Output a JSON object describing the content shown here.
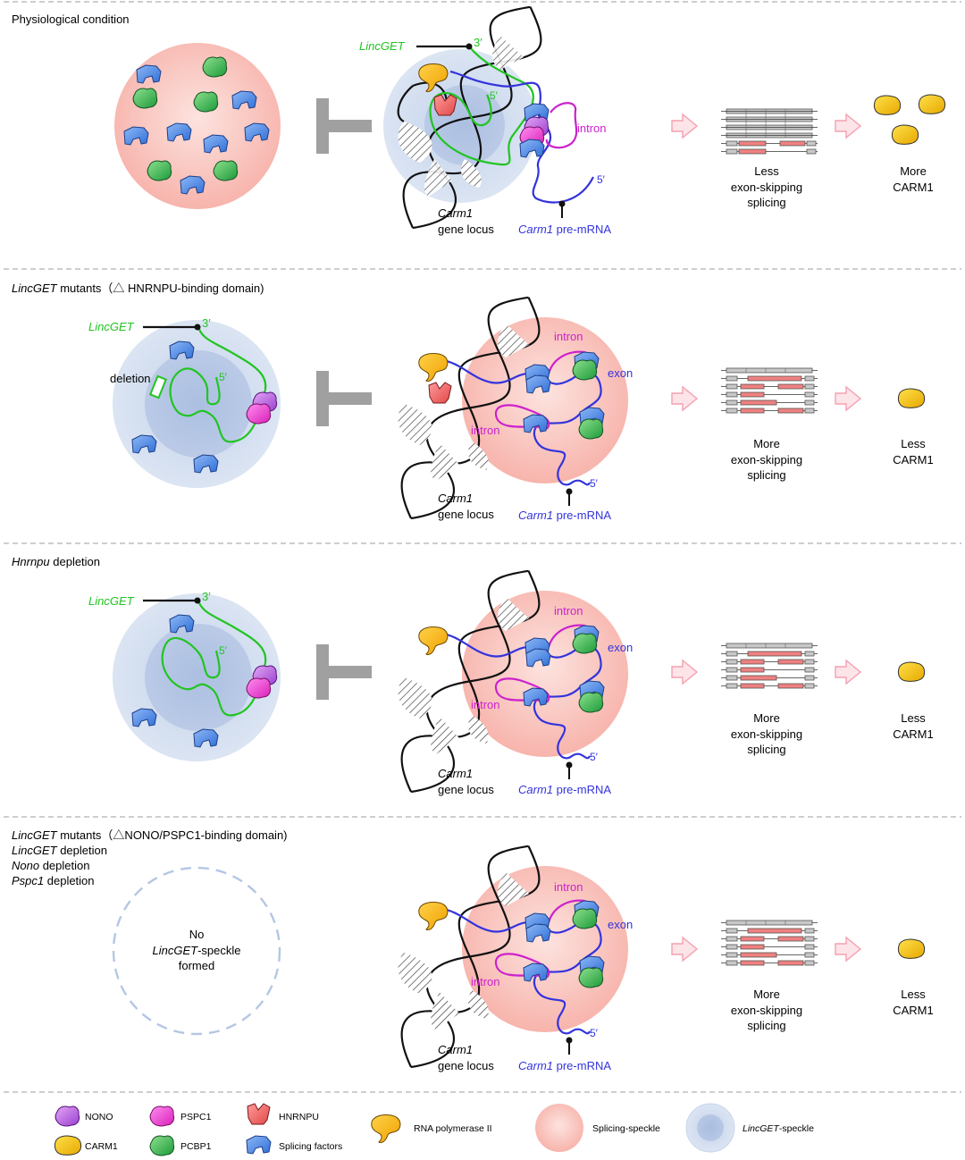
{
  "colors": {
    "lincget": "#22c422",
    "premrna_blue": "#3333dd",
    "intron_magenta": "#cc22cc",
    "speckle_pink": "#f6b8b0",
    "lincget_speckle_blue": "#b4c6e4",
    "inhibit_gray": "#a0a0a0",
    "arrow_pink": "#f7b8c0",
    "exon_gray": "#c8c8c8",
    "exon_red": "#f08080",
    "carm1_yellow": "#f7c600"
  },
  "panels": [
    {
      "heading": {
        "italic": "",
        "text": "Physiological condition"
      },
      "extra_lines": [],
      "labels": {
        "lincget": "LincGET",
        "three_prime": "3′",
        "five_prime": "5′",
        "intron_top": "intron",
        "intron_bottom": "",
        "exon": "",
        "deletion": "",
        "carm1_italic": "Carm1",
        "gene_locus": "gene locus",
        "premrna_italic": "Carm1",
        "premrna_text": " pre-mRNA",
        "premrna_5": "5′"
      },
      "splicing": {
        "line1": "Less",
        "line2": "exon-skipping",
        "line3": "splicing"
      },
      "carm1": {
        "line1": "More",
        "line2": "CARM1"
      },
      "no_speckle": {
        "line1": "",
        "line2": "",
        "line3": ""
      }
    },
    {
      "heading": {
        "italic": "LincGET",
        "text": " mutants（△ HNRNPU-binding  domain)"
      },
      "extra_lines": [],
      "labels": {
        "lincget": "LincGET",
        "three_prime": "3′",
        "five_prime": "5′",
        "intron_top": "intron",
        "intron_bottom": "intron",
        "exon": "exon",
        "deletion": "deletion",
        "carm1_italic": "Carm1",
        "gene_locus": "gene locus",
        "premrna_italic": "Carm1",
        "premrna_text": " pre-mRNA",
        "premrna_5": "5′"
      },
      "splicing": {
        "line1": "More",
        "line2": "exon-skipping",
        "line3": "splicing"
      },
      "carm1": {
        "line1": "Less",
        "line2": "CARM1"
      },
      "no_speckle": {
        "line1": "",
        "line2": "",
        "line3": ""
      }
    },
    {
      "heading": {
        "italic": "Hnrnpu",
        "text": " depletion"
      },
      "extra_lines": [],
      "labels": {
        "lincget": "LincGET",
        "three_prime": "3′",
        "five_prime": "5′",
        "intron_top": "intron",
        "intron_bottom": "intron",
        "exon": "exon",
        "deletion": "",
        "carm1_italic": "Carm1",
        "gene_locus": "gene locus",
        "premrna_italic": "Carm1",
        "premrna_text": " pre-mRNA",
        "premrna_5": "5′"
      },
      "splicing": {
        "line1": "More",
        "line2": "exon-skipping",
        "line3": "splicing"
      },
      "carm1": {
        "line1": "Less",
        "line2": "CARM1"
      },
      "no_speckle": {
        "line1": "",
        "line2": "",
        "line3": ""
      }
    },
    {
      "heading": {
        "italic": "LincGET",
        "text": " mutants（△NONO/PSPC1-binding  domain)"
      },
      "extra_lines": [
        {
          "italic": "LincGET",
          "text": " depletion"
        },
        {
          "italic": "Nono",
          "text": " depletion"
        },
        {
          "italic": "Pspc1",
          "text": " depletion"
        }
      ],
      "labels": {
        "lincget": "",
        "three_prime": "",
        "five_prime": "",
        "intron_top": "intron",
        "intron_bottom": "intron",
        "exon": "exon",
        "deletion": "",
        "carm1_italic": "Carm1",
        "gene_locus": "gene locus",
        "premrna_italic": "Carm1",
        "premrna_text": " pre-mRNA",
        "premrna_5": "5′"
      },
      "splicing": {
        "line1": "More",
        "line2": "exon-skipping",
        "line3": "splicing"
      },
      "carm1": {
        "line1": "Less",
        "line2": "CARM1"
      },
      "no_speckle": {
        "line1": "No",
        "line2": "LincGET",
        "line3": "-speckle",
        "line4": "formed"
      }
    }
  ],
  "legend": {
    "nono": "NONO",
    "pspc1": "PSPC1",
    "hnrnpu": "HNRNPU",
    "carm1": "CARM1",
    "pcbp1": "PCBP1",
    "splicing_factors": "Splicing factors",
    "rna_pol": "RNA polymerase II",
    "splicing_speckle": "Splicing-speckle",
    "lincget_speckle_italic": "LincGET",
    "lincget_speckle_text": "-speckle"
  }
}
